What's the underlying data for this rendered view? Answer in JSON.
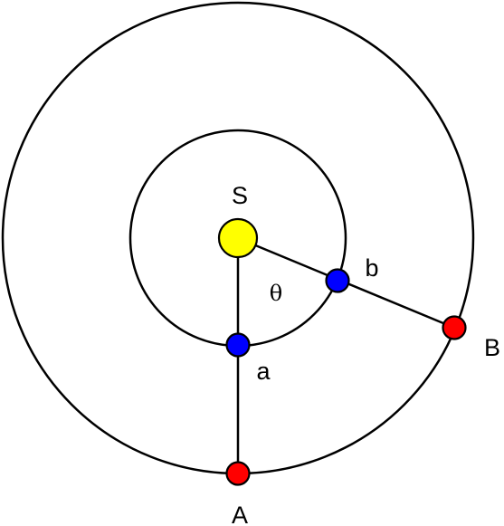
{
  "labels": {
    "sun": "S",
    "inner_a": "a",
    "inner_b": "b",
    "outer_a": "A",
    "outer_b": "B",
    "angle": "θ"
  },
  "colors": {
    "sun": "#ffff00",
    "inner_planet": "#0000ff",
    "outer_planet": "#ff0000",
    "line": "#000000",
    "background": "#ffffff"
  }
}
